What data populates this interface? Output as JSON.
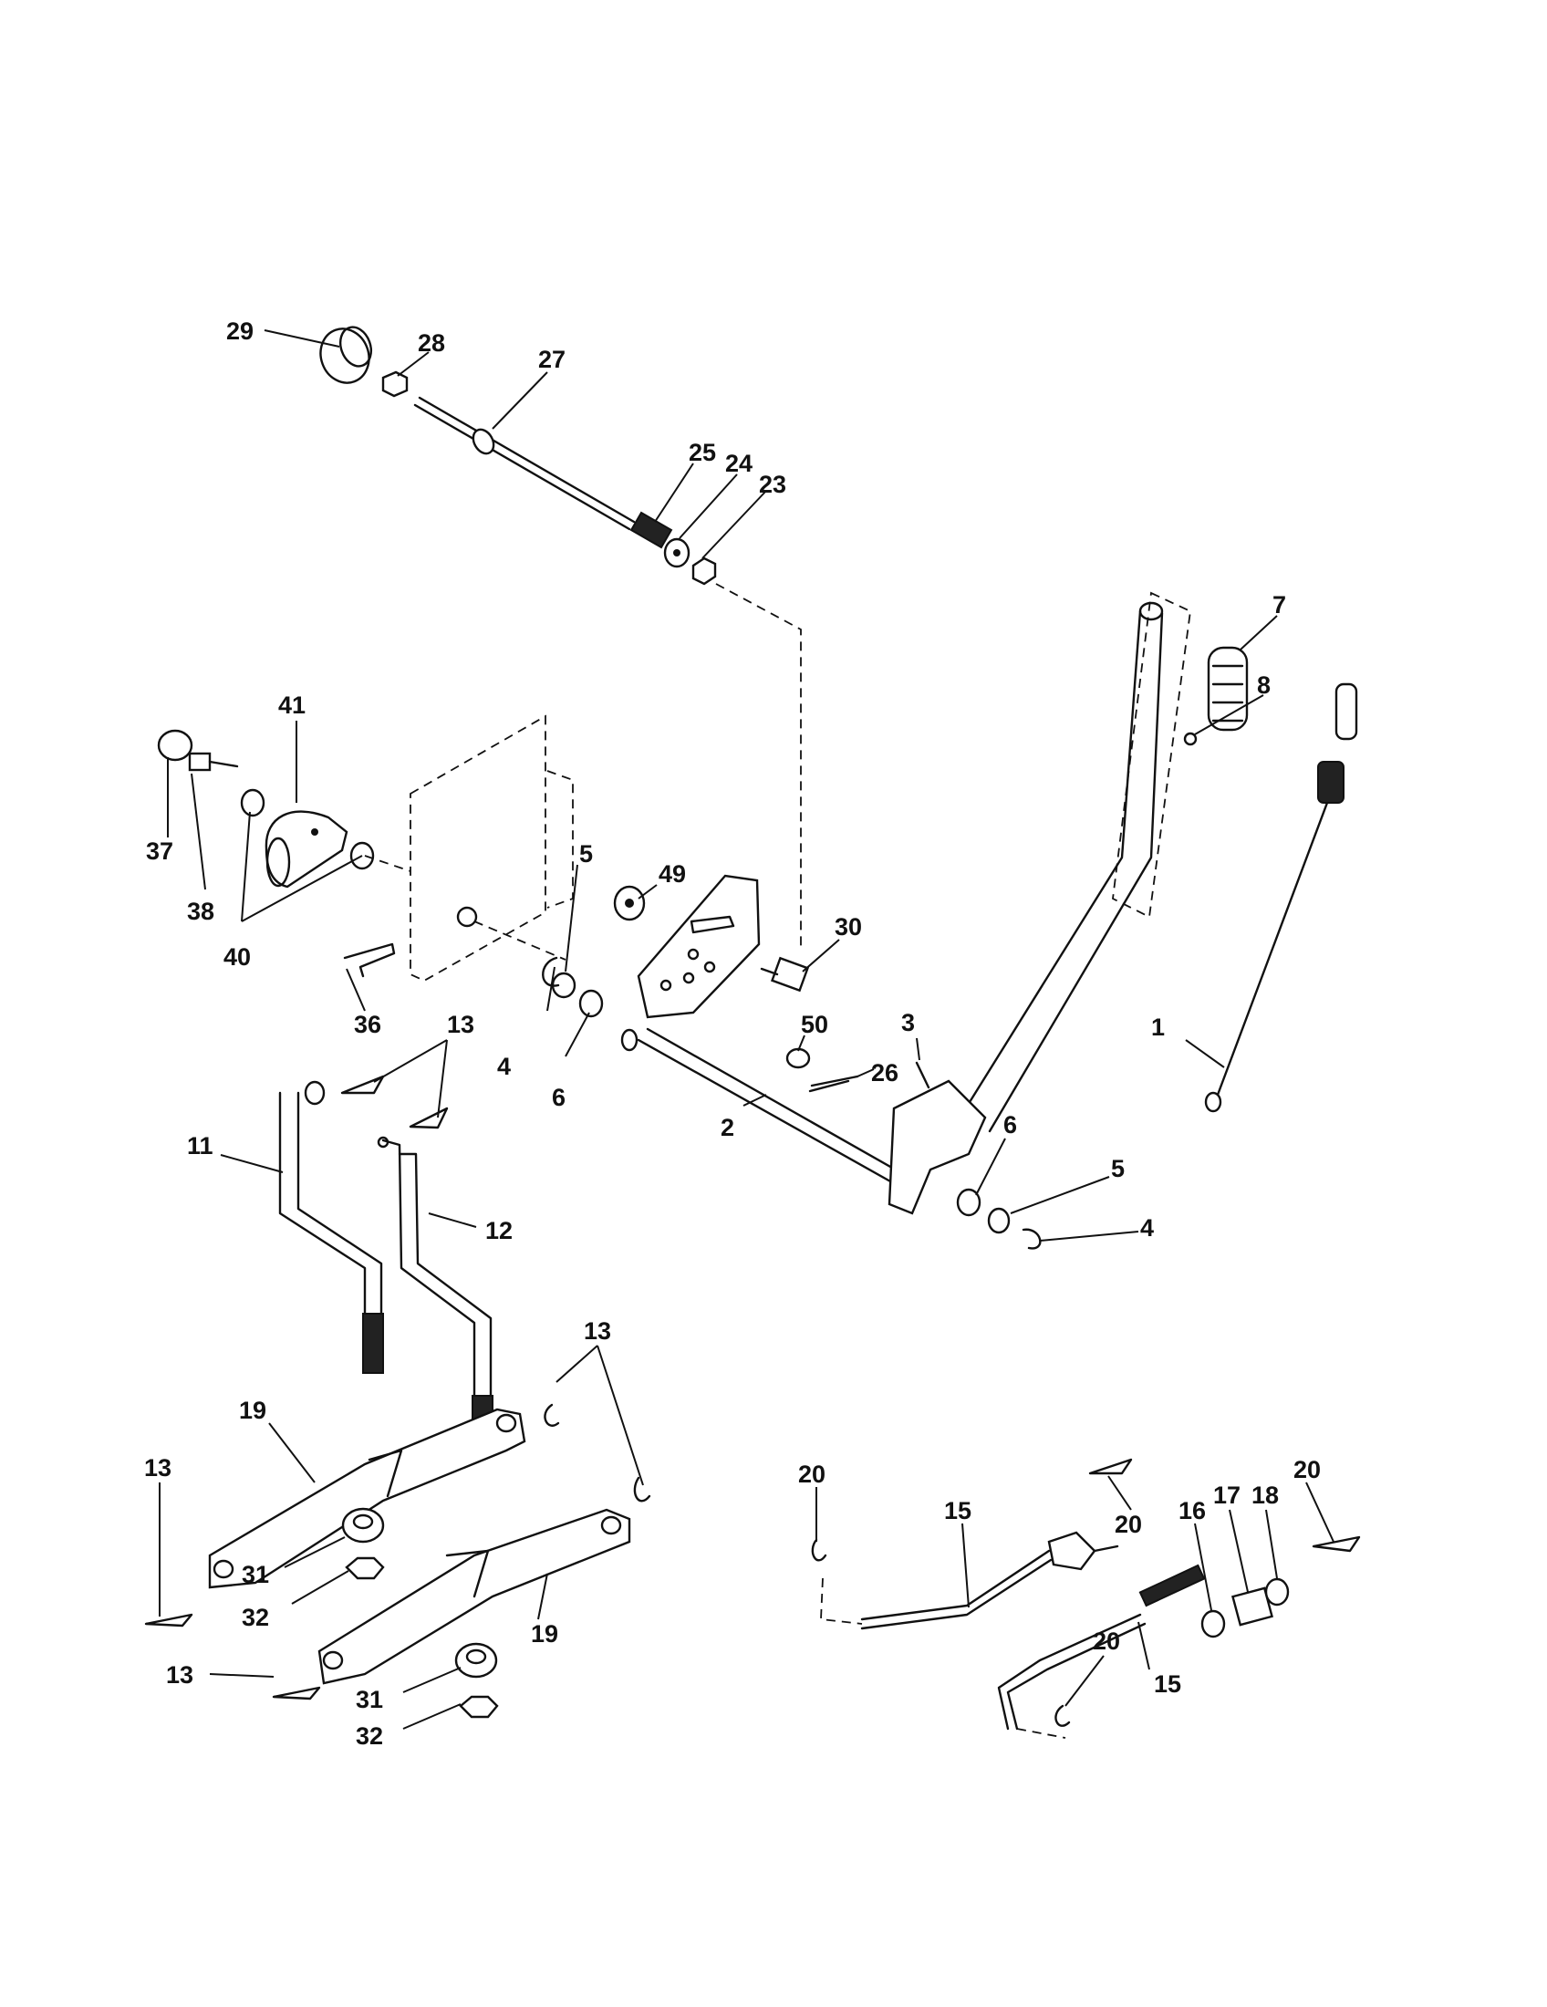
{
  "callouts": {
    "c1": "1",
    "c2": "2",
    "c3": "3",
    "c4a": "4",
    "c4b": "4",
    "c5a": "5",
    "c5b": "5",
    "c6a": "6",
    "c6b": "6",
    "c7": "7",
    "c8": "8",
    "c11": "11",
    "c12": "12",
    "c13a": "13",
    "c13b": "13",
    "c13c": "13",
    "c13d": "13",
    "c15a": "15",
    "c15b": "15",
    "c16": "16",
    "c17": "17",
    "c18": "18",
    "c19a": "19",
    "c19b": "19",
    "c20a": "20",
    "c20b": "20",
    "c20c": "20",
    "c20d": "20",
    "c23": "23",
    "c24": "24",
    "c25": "25",
    "c26": "26",
    "c27": "27",
    "c28": "28",
    "c29": "29",
    "c30": "30",
    "c31a": "31",
    "c31b": "31",
    "c32a": "32",
    "c32b": "32",
    "c36": "36",
    "c37": "37",
    "c38": "38",
    "c40": "40",
    "c41": "41",
    "c49": "49",
    "c50": "50"
  }
}
